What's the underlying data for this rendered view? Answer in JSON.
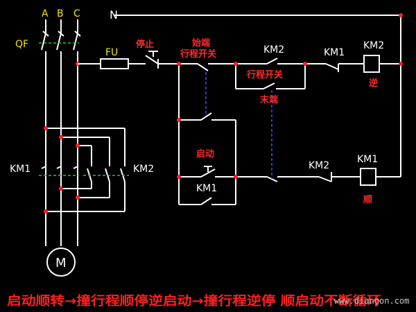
{
  "labels": {
    "phase_a": "A",
    "phase_b": "B",
    "phase_c": "C",
    "neutral": "N",
    "breaker": "QF",
    "fuse": "FU",
    "stop": "停止",
    "start_limit_top": "始端",
    "start_limit_bottom": "行程开关",
    "km2_aux_label": "KM2",
    "limit_switch": "行程开关",
    "end_limit": "末端",
    "km1_interlock_label": "KM1",
    "km2_coil_label": "KM2",
    "reverse": "逆",
    "start": "启动",
    "km1_hold_label": "KM1",
    "km2_interlock_label": "KM2",
    "km1_coil_label": "KM1",
    "forward": "顺",
    "km1_main_label": "KM1",
    "km2_main_label": "KM2",
    "motor": "M"
  },
  "caption": "启动顺转→撞行程顺停逆启动→撞行程逆停 顺启动不断循环",
  "watermark": "www.diangon.com",
  "colors": {
    "wire": "#ffffff",
    "dot": "#ff2020",
    "phase_label": "#f5e600",
    "note_label": "#ff2a2a",
    "link_green": "#19c94a",
    "link_blue": "#2a5cff"
  }
}
